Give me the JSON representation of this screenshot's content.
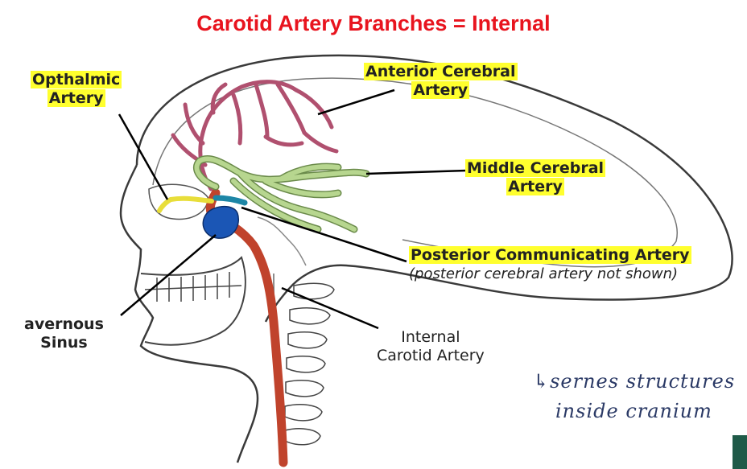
{
  "title": "Carotid Artery Branches = Internal",
  "labels": {
    "ophthalmic_line1": "Opthalmic",
    "ophthalmic_line2": "Artery",
    "anterior_line1": "Anterior Cerebral",
    "anterior_line2": "Artery",
    "middle_line1": "Middle Cerebral",
    "middle_line2": "Artery",
    "posterior_main": "Posterior Communicating Artery",
    "posterior_note": "(posterior cerebral artery not shown)",
    "cavernous_line1": "avernous",
    "cavernous_line2": "Sinus",
    "internal_line1": "Internal",
    "internal_line2": "Carotid Artery"
  },
  "handwriting": {
    "line1": "↳sernes  structures",
    "line2": "inside  cranium"
  },
  "colors": {
    "title": "#e8141e",
    "highlight": "#ffff2e",
    "anterior_artery": "#b0506f",
    "middle_artery": "#9ec07a",
    "internal_carotid": "#c0432c",
    "posterior_communicating": "#1d86a6",
    "cavernous_sinus": "#1b56b5",
    "ophthalmic": "#e8de3a"
  }
}
